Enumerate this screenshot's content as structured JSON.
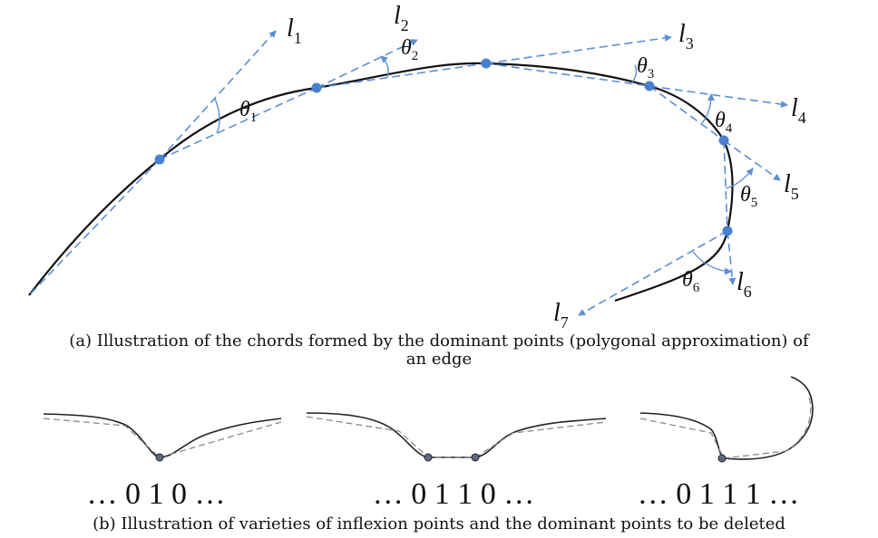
{
  "figure_a": {
    "line_labels": [
      {
        "letter": "l",
        "sub": "1"
      },
      {
        "letter": "l",
        "sub": "2"
      },
      {
        "letter": "l",
        "sub": "3"
      },
      {
        "letter": "l",
        "sub": "4"
      },
      {
        "letter": "l",
        "sub": "5"
      },
      {
        "letter": "l",
        "sub": "6"
      },
      {
        "letter": "l",
        "sub": "7"
      }
    ],
    "angle_labels": [
      {
        "letter": "θ",
        "sub": "1"
      },
      {
        "letter": "θ",
        "sub": "2"
      },
      {
        "letter": "θ",
        "sub": "3"
      },
      {
        "letter": "θ",
        "sub": "4"
      },
      {
        "letter": "θ",
        "sub": "5"
      },
      {
        "letter": "θ",
        "sub": "6"
      }
    ],
    "caption_line1": "(a) Illustration of the chords formed by the dominant points (polygonal approximation) of",
    "caption_line2": "an edge"
  },
  "figure_b": {
    "codes": [
      "… 0 1 0 …",
      "… 0 1 1 0 …",
      "… 0 1 1 1 …"
    ],
    "caption": "(b) Illustration of varieties of inflexion points and the dominant points to be deleted"
  },
  "colors": {
    "curve": "#111111",
    "chord": "#5b8fd6",
    "dominant_point": "#4a7fcf",
    "small_point": "#5d6a82"
  }
}
